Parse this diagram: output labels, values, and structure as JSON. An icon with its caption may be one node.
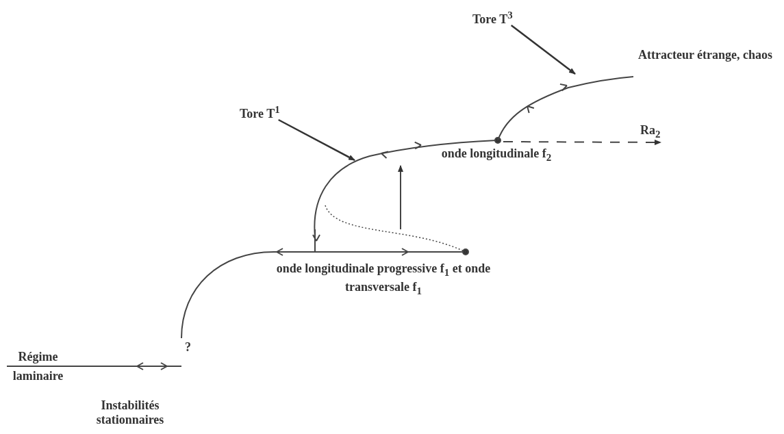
{
  "diagram": {
    "nodes": [
      {
        "text": [
          "Tore T$^{3}$"
        ]
      },
      {
        "text": [
          "Tore T$^{1}$"
        ]
      }
    ],
    "edges": [
      {
        "from": 0,
        "to": null,
        "arrow": "to"
      },
      {
        "from": 1,
        "to": null,
        "arrow": "to"
      }
    ],
    "labels": [
      "Attracteur étrange, chaos",
      "Ra$_{2}$",
      "onde longitudinale f$_{2}$",
      "onde longitudinale progressive f$_{1}$ et onde transversale f$_{1}$",
      "?",
      "Régime laminaire",
      "Instabilités stationnaires"
    ]
  }
}
